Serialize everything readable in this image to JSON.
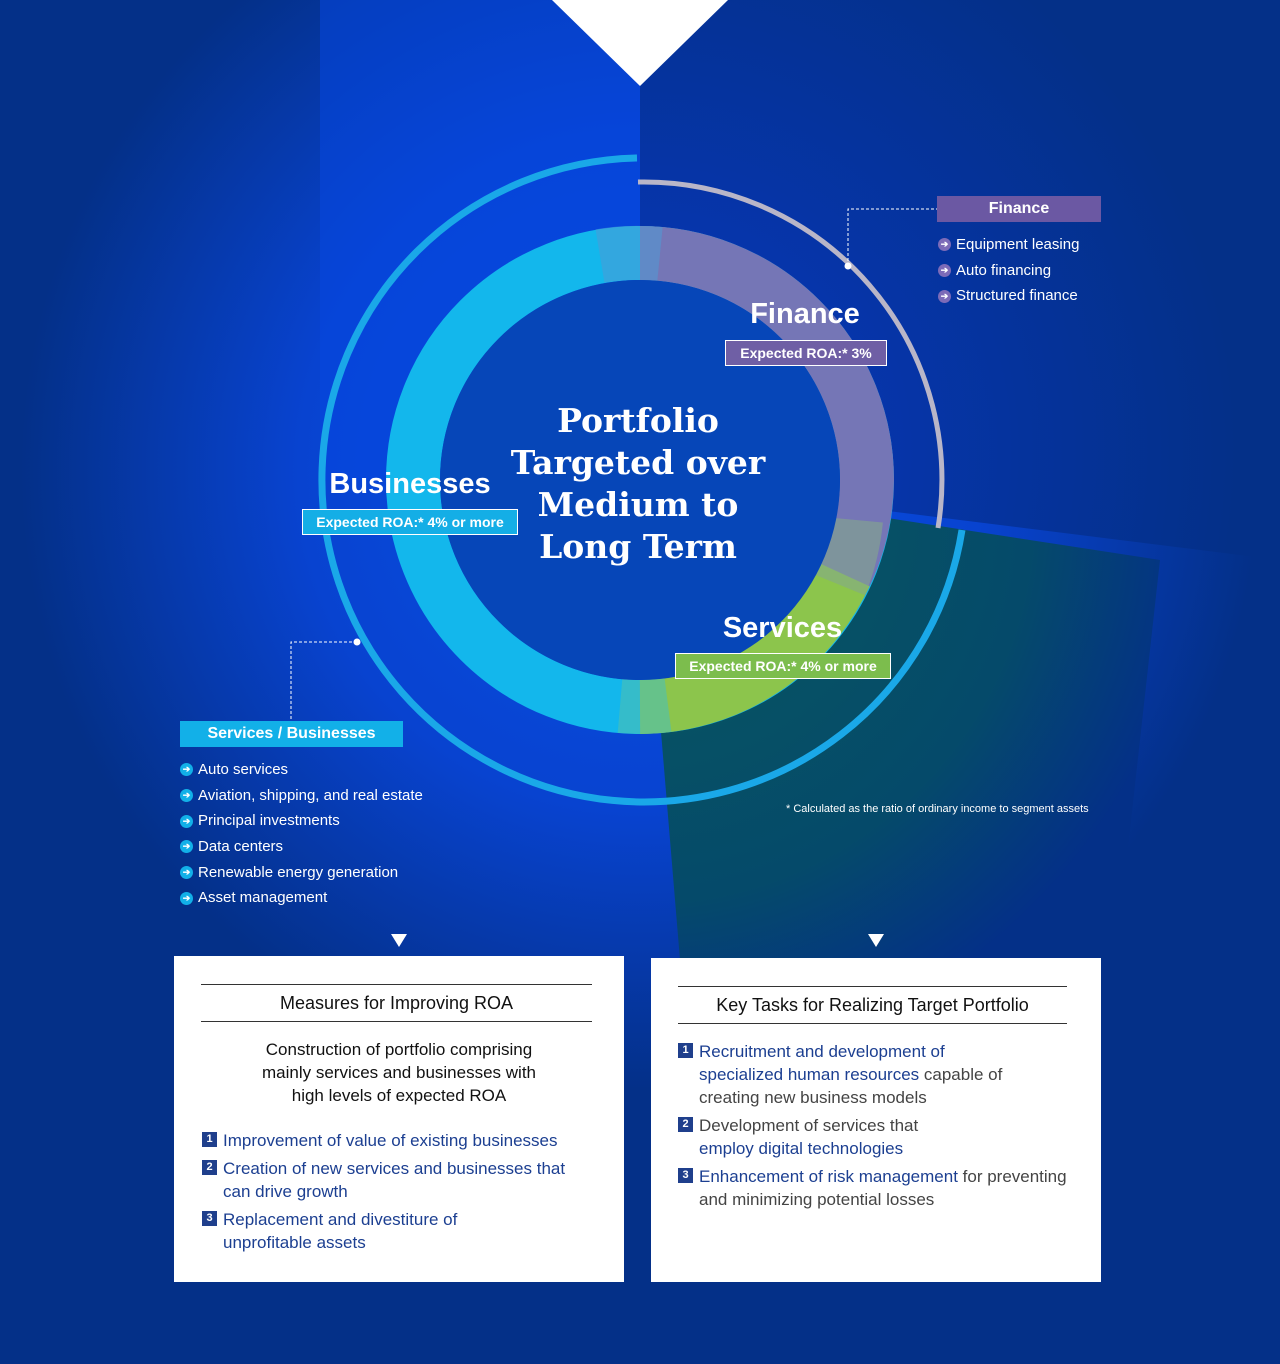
{
  "center_title": "Portfolio\nTargeted over\nMedium to\nLong Term",
  "segments": {
    "finance": {
      "name": "Finance",
      "roa": "Expected ROA:* 3%"
    },
    "businesses": {
      "name": "Businesses",
      "roa": "Expected ROA:* 4% or more"
    },
    "services": {
      "name": "Services",
      "roa": "Expected ROA:* 4% or more"
    }
  },
  "finance_box": {
    "heading": "Finance",
    "items": [
      "Equipment leasing",
      "Auto financing",
      "Structured finance"
    ]
  },
  "services_businesses_box": {
    "heading": "Services / Businesses",
    "items": [
      "Auto services",
      "Aviation, shipping, and real estate",
      "Principal investments",
      "Data centers",
      "Renewable energy generation",
      "Asset management"
    ]
  },
  "footnote": "* Calculated as the ratio of ordinary income to segment assets",
  "measures_card": {
    "title": "Measures for Improving ROA",
    "subtitle": "Construction of portfolio comprising mainly services and businesses with high levels of expected ROA",
    "items": [
      {
        "num": "1",
        "text": "Improvement of value of existing businesses"
      },
      {
        "num": "2",
        "text": "Creation of new services and businesses that can drive growth"
      },
      {
        "num": "3",
        "text": "Replacement and divestiture of unprofitable assets"
      }
    ]
  },
  "tasks_card": {
    "title": "Key Tasks for Realizing Target Portfolio",
    "items": [
      {
        "num": "1",
        "highlight": "Recruitment and development of specialized human resources",
        "rest": " capable of creating new business models"
      },
      {
        "num": "2",
        "pre": "Development of services that ",
        "highlight": "employ digital technologies"
      },
      {
        "num": "3",
        "highlight": "Enhancement of risk management",
        "rest": " for preventing and minimizing potential losses"
      }
    ]
  },
  "colors": {
    "background": "#043088",
    "finance": "#6f62a8",
    "businesses": "#0db4ea",
    "services": "#8bc34a",
    "card_highlight": "#1c3f91"
  }
}
